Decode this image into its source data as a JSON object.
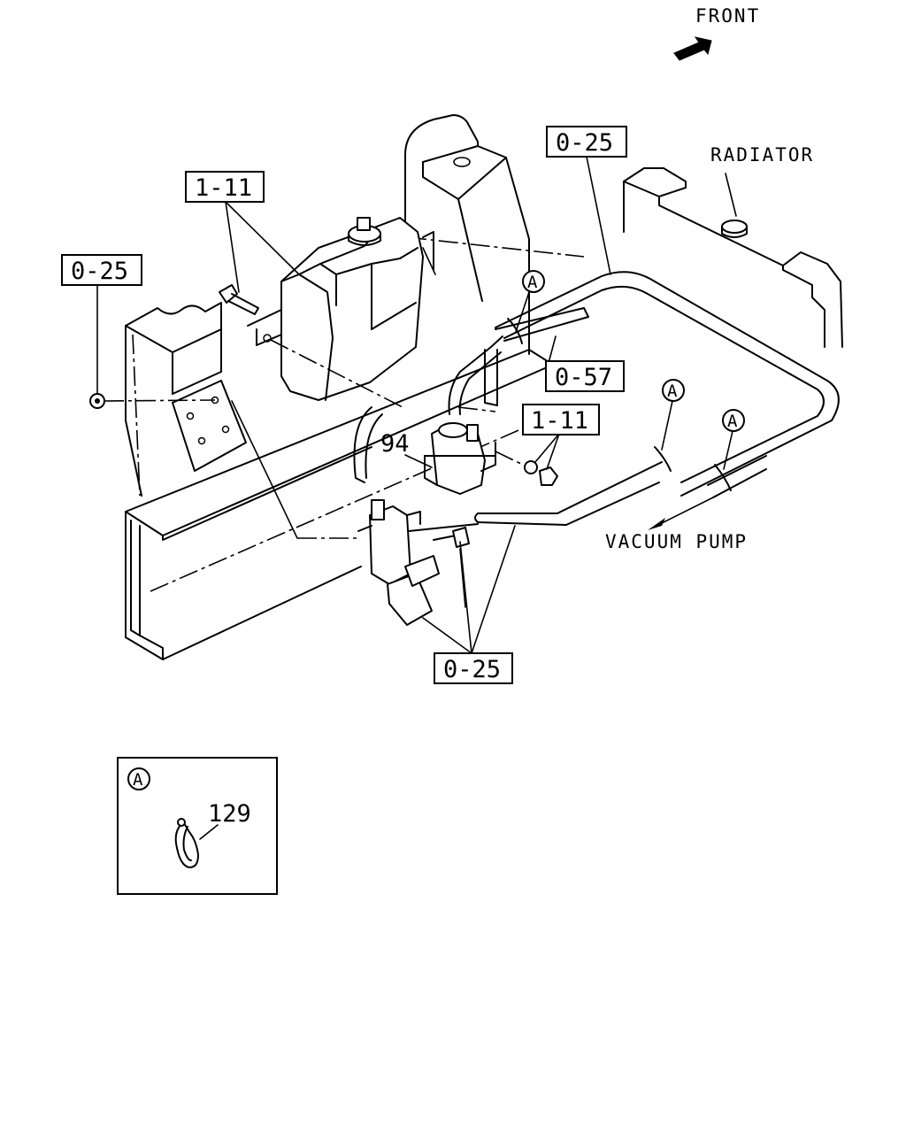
{
  "direction_label": "FRONT",
  "radiator_label": "RADIATOR",
  "vacuum_pump_label": "VACUUM PUMP",
  "callouts": {
    "c_1_11_top": "1-11",
    "c_0_25_left": "0-25",
    "c_0_25_top": "0-25",
    "c_0_57": "0-57",
    "c_1_11_mid": "1-11",
    "c_0_25_bottom": "0-25"
  },
  "part_numbers": {
    "p94": "94",
    "p129": "129"
  },
  "detail_markers": {
    "marker": "A"
  },
  "detail_view": {
    "title": "A",
    "part": "129"
  }
}
